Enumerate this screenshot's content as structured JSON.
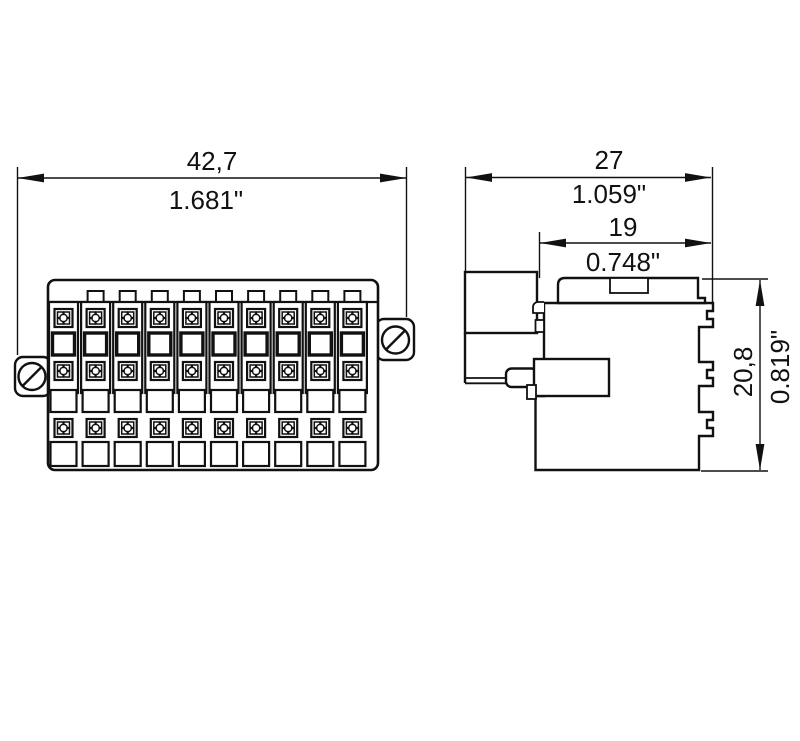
{
  "page": {
    "background": "#ffffff",
    "line_color": "#111111",
    "description": "Dimensional engineering drawing of a 10-pole screw-flange terminal block connector, front view and side view"
  },
  "front_view": {
    "dim_width_mm": "42,7",
    "dim_width_in": "1.681\"",
    "columns": 10,
    "coding_tabs": 9,
    "flange_screws": 2
  },
  "side_view": {
    "dim_depth_total_mm": "27",
    "dim_depth_total_in": "1.059\"",
    "dim_depth_body_mm": "19",
    "dim_depth_body_in": "0.748\"",
    "dim_height_mm": "20,8",
    "dim_height_in": "0.819\"",
    "latches": 3
  }
}
